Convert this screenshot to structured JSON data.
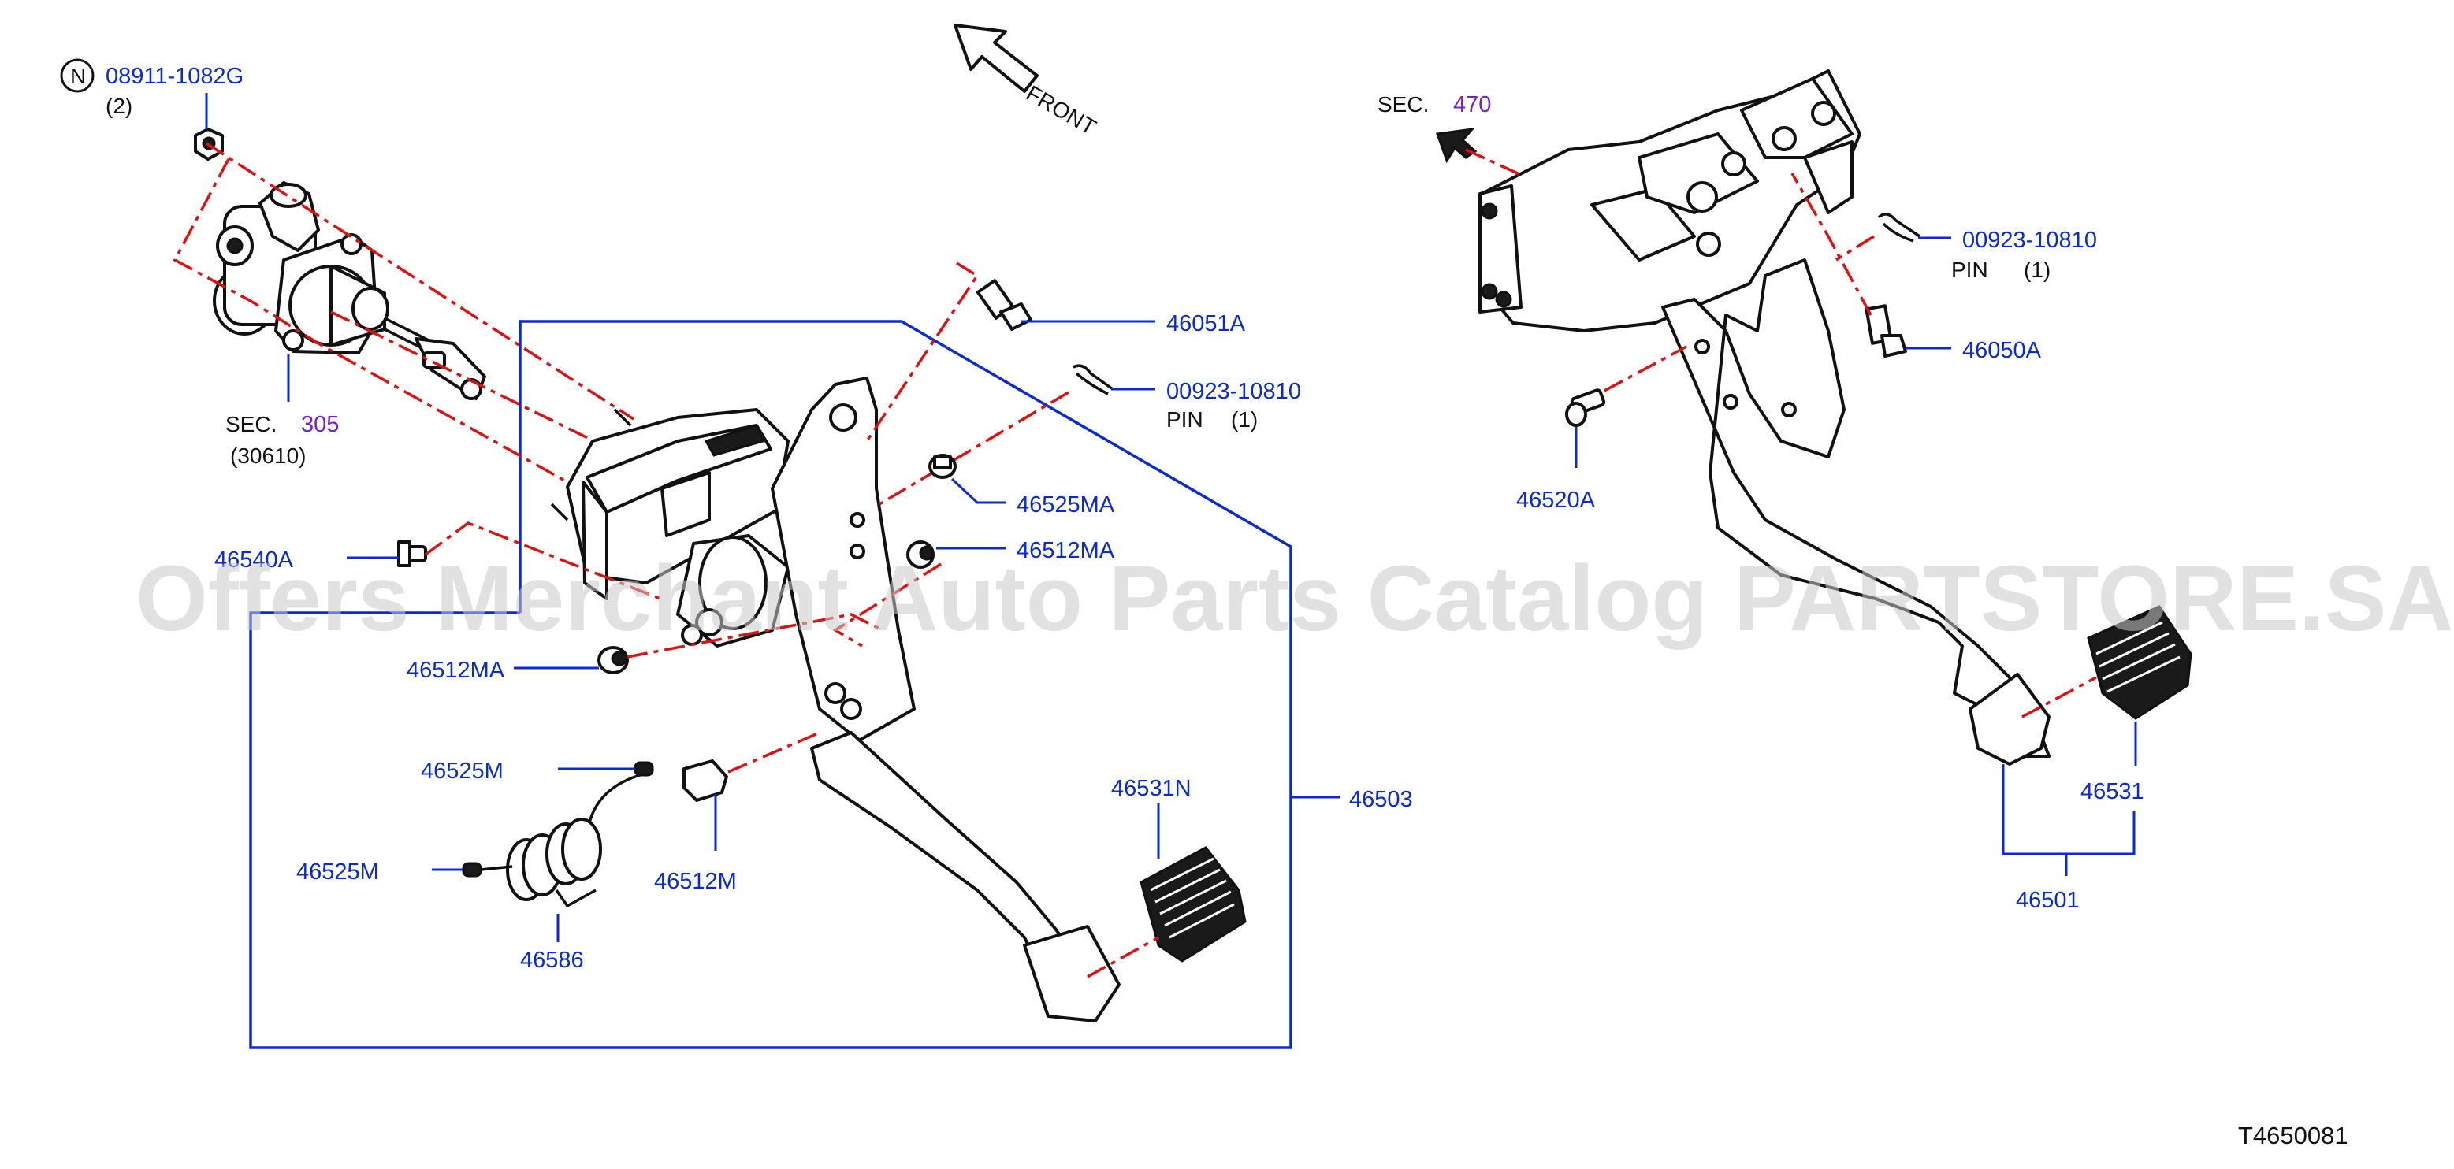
{
  "diagram_code": "T4650081",
  "watermark": "Offers Merchant Auto Parts Catalog PARTSTORE.SA",
  "front_label": "FRONT",
  "note_symbol": "N",
  "colors": {
    "part_label": "#0a2ad6",
    "section_ref": "#7a1fc8",
    "centerline": "#e01010"
  },
  "left_assembly": {
    "nut_part": "08911-1082G",
    "nut_qty": "(2)",
    "sec_305_prefix": "SEC.",
    "sec_305_number": "305",
    "sec_305_sub": "(30610)",
    "bolt_46051A": "46051A",
    "pin_part": "00923-10810",
    "pin_label": "PIN",
    "pin_qty": "(1)",
    "bushing_46525MA": "46525MA",
    "bushing_46512MA_upper": "46512MA",
    "pin_46540A": "46540A",
    "bushing_46512MA_lower": "46512MA",
    "clip_46525M_upper": "46525M",
    "clip_46525M_lower": "46525M",
    "stopper_46512M": "46512M",
    "spring_46586": "46586",
    "pad_46531N": "46531N",
    "assembly_46503": "46503"
  },
  "right_assembly": {
    "sec_470_prefix": "SEC.",
    "sec_470_number": "470",
    "pin_part": "00923-10810",
    "pin_label": "PIN",
    "pin_qty": "(1)",
    "bolt_46050A": "46050A",
    "bolt_46520A": "46520A",
    "pad_46531": "46531",
    "assembly_46501": "46501"
  }
}
